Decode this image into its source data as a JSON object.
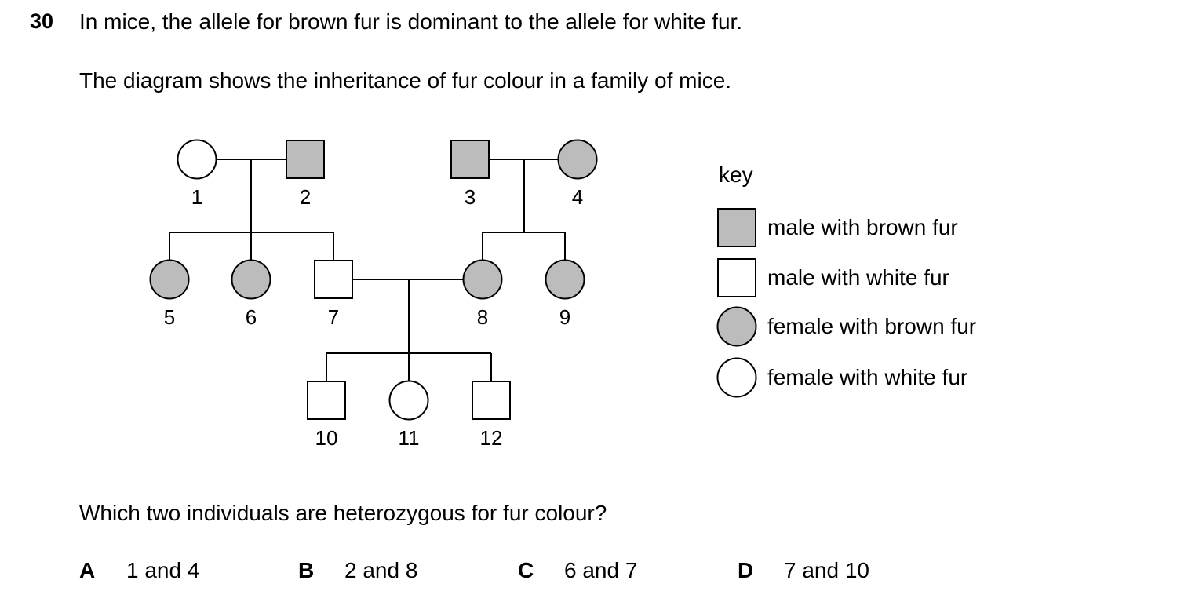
{
  "question": {
    "number": "30",
    "line1": "In mice, the allele for brown fur is dominant to the allele for white fur.",
    "line2": "The diagram shows the inheritance of fur colour in a family of mice.",
    "prompt": "Which two individuals are heterozygous for fur colour?"
  },
  "colors": {
    "brown_fill": "#bcbcbc",
    "white_fill": "#ffffff",
    "stroke": "#000000"
  },
  "pedigree": {
    "individuals": [
      {
        "id": "1",
        "label": "1",
        "sex": "female",
        "fur": "white"
      },
      {
        "id": "2",
        "label": "2",
        "sex": "male",
        "fur": "brown"
      },
      {
        "id": "3",
        "label": "3",
        "sex": "male",
        "fur": "brown"
      },
      {
        "id": "4",
        "label": "4",
        "sex": "female",
        "fur": "brown"
      },
      {
        "id": "5",
        "label": "5",
        "sex": "female",
        "fur": "brown"
      },
      {
        "id": "6",
        "label": "6",
        "sex": "female",
        "fur": "brown"
      },
      {
        "id": "7",
        "label": "7",
        "sex": "male",
        "fur": "white"
      },
      {
        "id": "8",
        "label": "8",
        "sex": "female",
        "fur": "brown"
      },
      {
        "id": "9",
        "label": "9",
        "sex": "female",
        "fur": "brown"
      },
      {
        "id": "10",
        "label": "10",
        "sex": "male",
        "fur": "white"
      },
      {
        "id": "11",
        "label": "11",
        "sex": "female",
        "fur": "white"
      },
      {
        "id": "12",
        "label": "12",
        "sex": "male",
        "fur": "white"
      }
    ]
  },
  "key": {
    "title": "key",
    "items": [
      {
        "label": "male with brown fur",
        "sex": "male",
        "fur": "brown"
      },
      {
        "label": "male with white fur",
        "sex": "male",
        "fur": "white"
      },
      {
        "label": "female with brown fur",
        "sex": "female",
        "fur": "brown"
      },
      {
        "label": "female with white fur",
        "sex": "female",
        "fur": "white"
      }
    ]
  },
  "options": [
    {
      "letter": "A",
      "text": "1 and 4"
    },
    {
      "letter": "B",
      "text": "2 and 8"
    },
    {
      "letter": "C",
      "text": "6 and 7"
    },
    {
      "letter": "D",
      "text": "7 and 10"
    }
  ]
}
